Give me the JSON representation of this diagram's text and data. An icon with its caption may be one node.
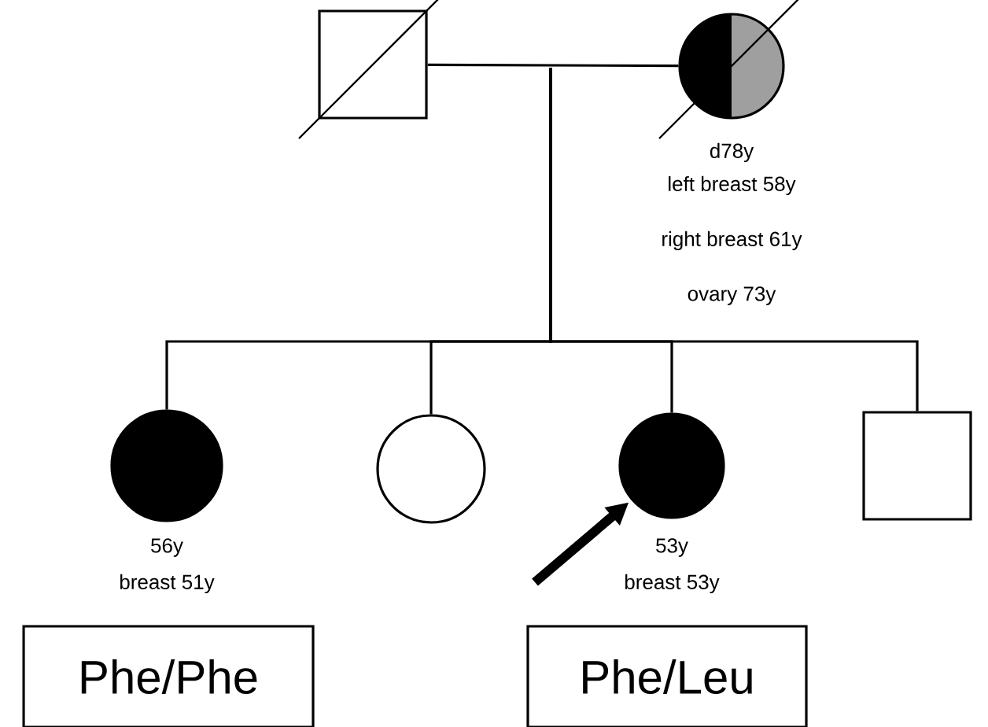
{
  "diagram": {
    "nodes": [
      {
        "text": [],
        "shape": "box"
      },
      {
        "text": [],
        "shape": "circle",
        "beside": [
          "d78y",
          "left breast 58y",
          "right breast 61y",
          "ovary 73y"
        ]
      },
      {
        "text": [],
        "shape": "circle",
        "beside": [
          "56y",
          "breast 51y"
        ]
      },
      {
        "text": [],
        "shape": "circle"
      },
      {
        "text": [],
        "shape": "circle",
        "beside": [
          "53y",
          "breast 53y"
        ]
      },
      {
        "text": [],
        "shape": "box"
      },
      {
        "text": [
          "Phe/Phe"
        ]
      },
      {
        "text": [
          "Phe/Leu"
        ]
      }
    ],
    "edges": [
      {
        "from": 0,
        "to": 1,
        "arrow": "none"
      },
      {
        "from": null,
        "to": 2,
        "arrow": "none"
      },
      {
        "from": null,
        "to": 3,
        "arrow": "none"
      },
      {
        "from": null,
        "to": 4,
        "arrow": "none"
      },
      {
        "from": null,
        "to": 5,
        "arrow": "none"
      },
      {
        "from": null,
        "to": 4,
        "arrow": "to",
        "style": "thick"
      }
    ]
  }
}
